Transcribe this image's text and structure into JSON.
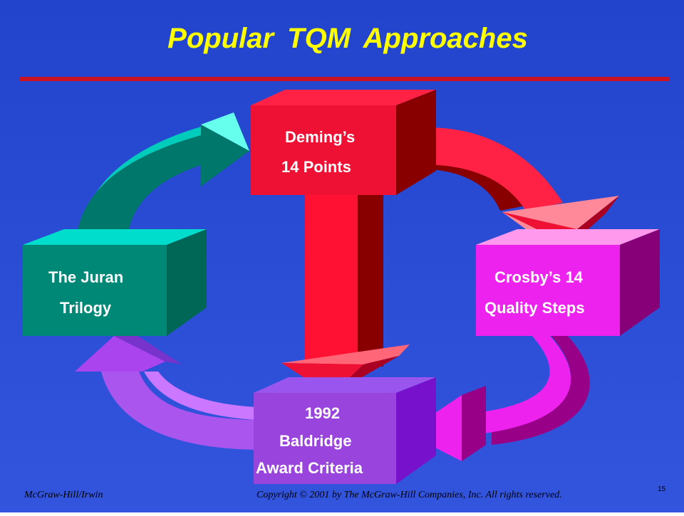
{
  "slide": {
    "title": "Popular  TQM  Approaches",
    "colors": {
      "background_top": "#2244cc",
      "background_bottom": "#3355dd",
      "rule": "#cc1122",
      "title": "#ffff00",
      "deming": "#ee1133",
      "juran": "#008877",
      "crosby": "#ee22ee",
      "baldridge": "#9944dd"
    },
    "boxes": {
      "deming": {
        "line1": "Deming’s",
        "line2": "14 Points",
        "icon": "red-cube"
      },
      "juran": {
        "line1": "The Juran",
        "line2": "Trilogy",
        "icon": "teal-cube"
      },
      "crosby": {
        "line1": "Crosby’s 14",
        "line2": "Quality Steps",
        "icon": "magenta-cube"
      },
      "baldridge": {
        "line1": "1992",
        "line2": "Baldridge",
        "line3": "Award Criteria",
        "icon": "purple-cube"
      }
    },
    "footer": {
      "publisher": "McGraw-Hill/Irwin",
      "copyright": "Copyright © 2001 by The McGraw-Hill  Companies, Inc.  All rights reserved.",
      "page_number": "15"
    }
  }
}
